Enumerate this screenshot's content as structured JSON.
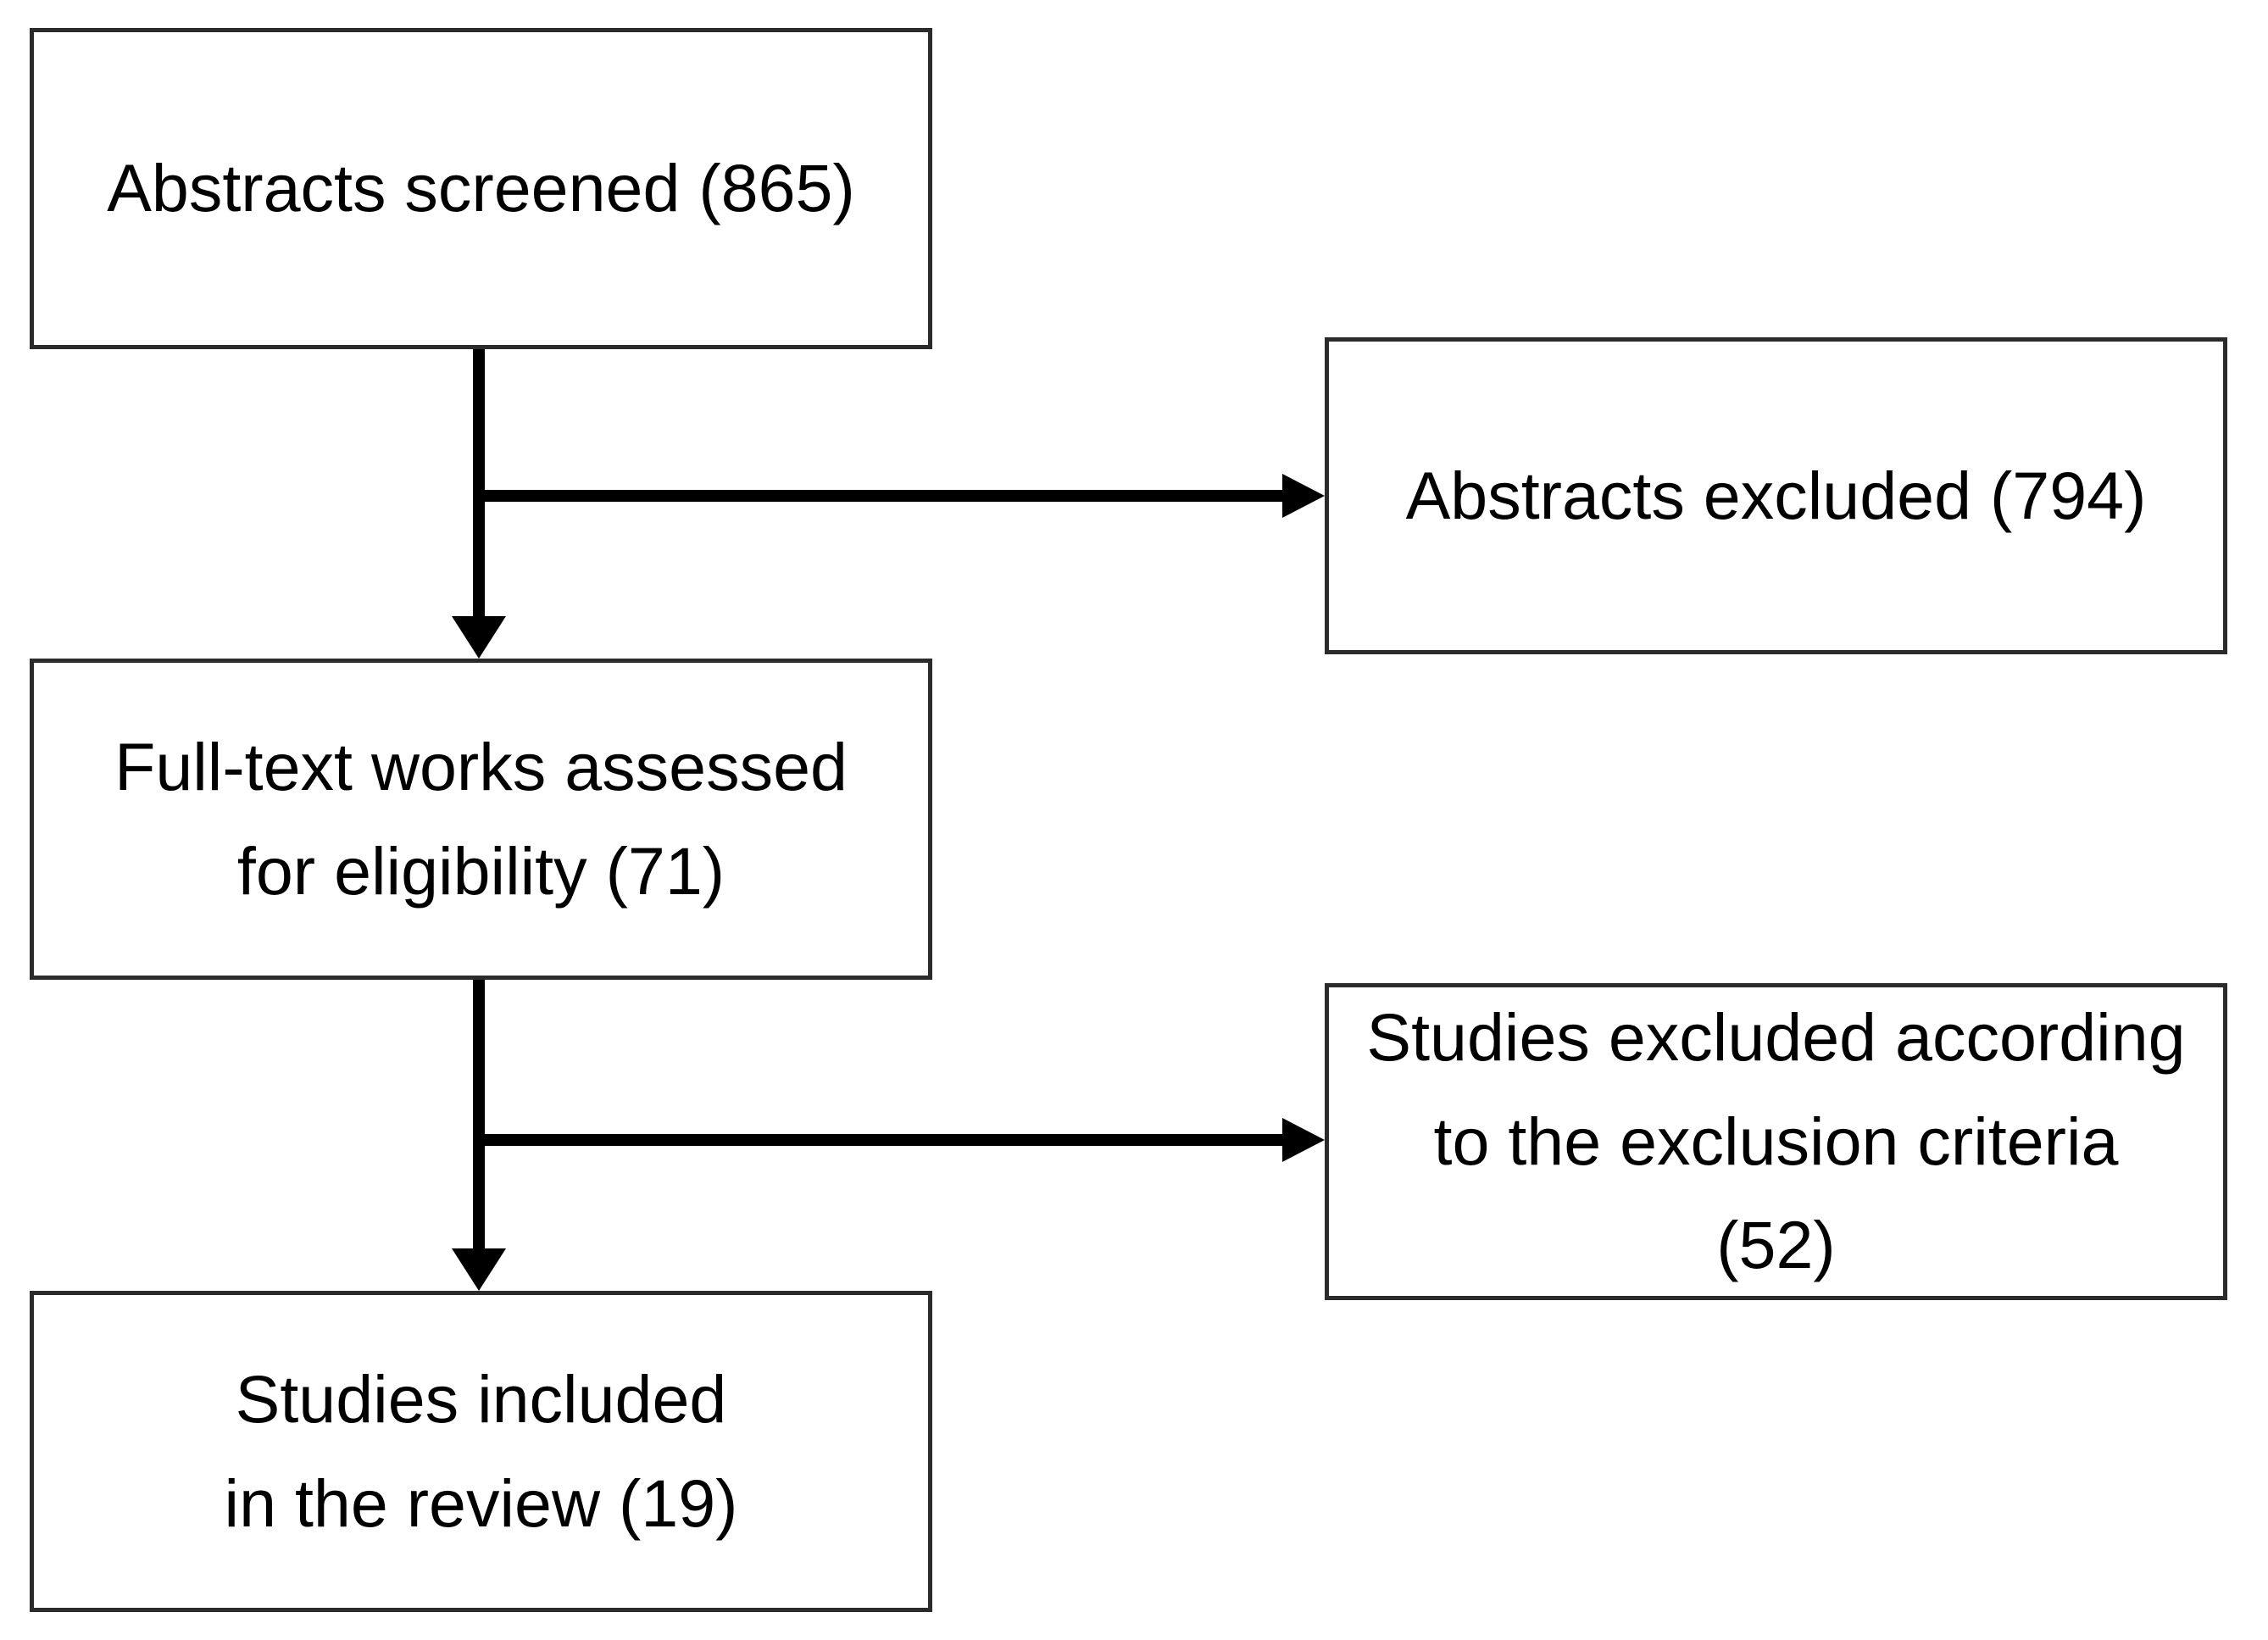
{
  "diagram": {
    "type": "flowchart",
    "background_color": "#ffffff",
    "box_border_color": "#2b2b2b",
    "arrow_color": "#000000",
    "text_color": "#000000",
    "nodes": {
      "abstracts_screened": {
        "label": "Abstracts screened (865)",
        "count": 865
      },
      "abstracts_excluded": {
        "label": "Abstracts excluded (794)",
        "count": 794
      },
      "fulltext_assessed": {
        "label": "Full-text works assessed\nfor eligibility (71)",
        "count": 71
      },
      "studies_excluded": {
        "label": "Studies excluded according\nto the exclusion criteria\n(52)",
        "count": 52
      },
      "studies_included": {
        "label": "Studies included\nin the review (19)",
        "count": 19
      }
    },
    "edges": [
      {
        "from": "abstracts_screened",
        "to": "fulltext_assessed",
        "style": "down-arrow"
      },
      {
        "from": "abstracts_screened",
        "to": "abstracts_excluded",
        "style": "right-arrow"
      },
      {
        "from": "fulltext_assessed",
        "to": "studies_included",
        "style": "down-arrow"
      },
      {
        "from": "fulltext_assessed",
        "to": "studies_excluded",
        "style": "right-arrow"
      }
    ]
  }
}
